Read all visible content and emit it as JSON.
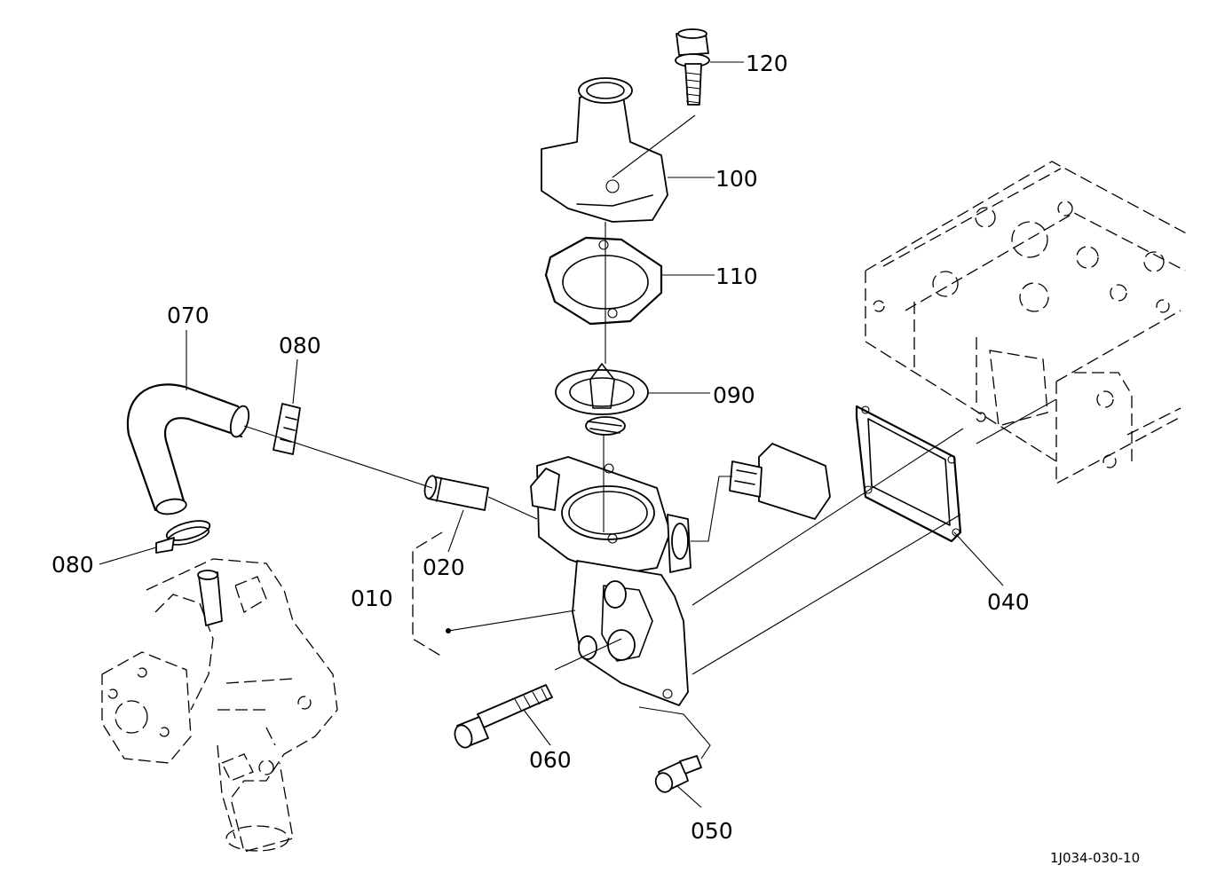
{
  "drawing_code": "1J034-030-10",
  "callouts": {
    "p120": "120",
    "p100": "100",
    "p110": "110",
    "p090": "090",
    "p070": "070",
    "p080a": "080",
    "p080b": "080",
    "p020": "020",
    "p010": "010",
    "p040": "040",
    "p060": "060",
    "p050": "050"
  }
}
